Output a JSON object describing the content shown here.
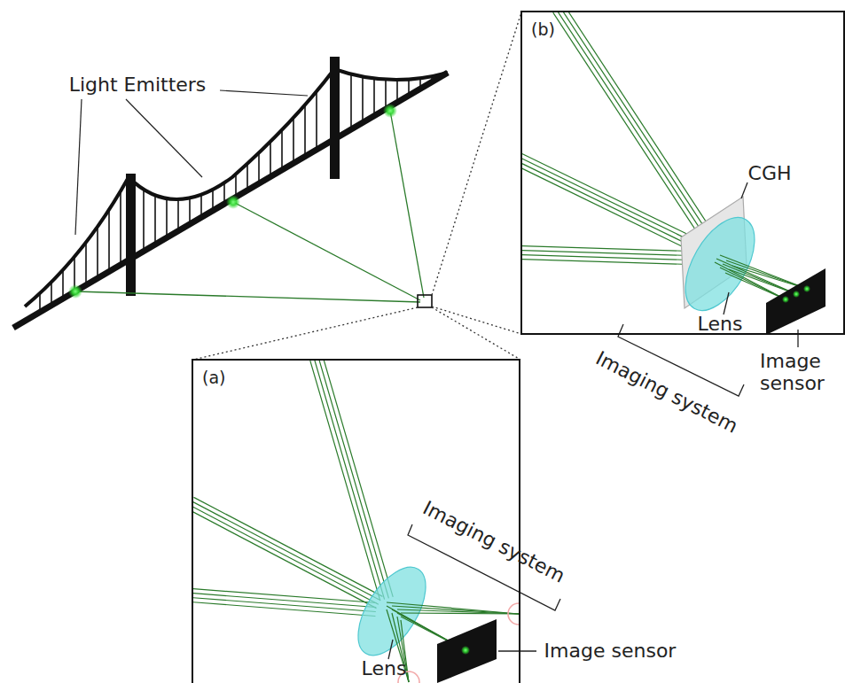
{
  "diagram": {
    "nodes": [
      {
        "text": [
          "(b)"
        ]
      },
      {
        "text": [
          "(a)"
        ]
      }
    ],
    "labels": [
      "Light Emitters",
      "CGH",
      "Lens",
      "Imaging system",
      "Image sensor",
      "Lens",
      "Imaging system",
      "Image sensor"
    ]
  }
}
